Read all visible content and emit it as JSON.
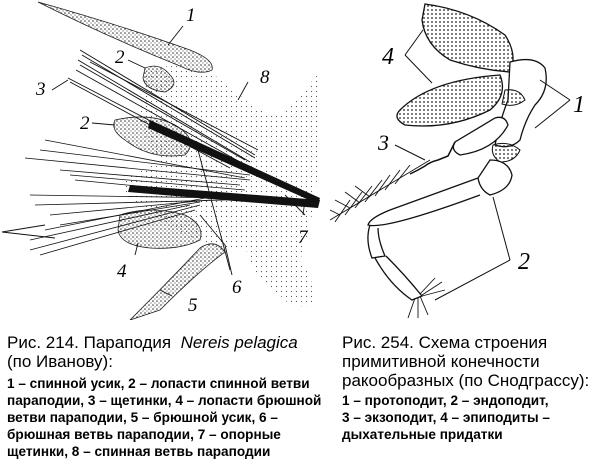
{
  "figures": [
    {
      "id": "fig-214",
      "number_label": "Рис. 214.",
      "title": "Параподия",
      "species": "Nereis pelagica",
      "attribution": "(по Иванову):",
      "legend": "1 – спинной усик, 2 – лопасти спинной ветви параподии, 3 – щетинки,  4 – лопасти брюшной ветви параподии, 5 – брюшной усик, 6 – брюшная ветвь параподии, 7 – опорные щетинки, 8 – спинная ветвь параподии",
      "labels": [
        "1",
        "2",
        "3",
        "2",
        "8",
        "4",
        "5",
        "6",
        "7"
      ]
    },
    {
      "id": "fig-254",
      "number_label": "Рис. 254.",
      "title": "Схема строения примитивной конечности ракообразных (по Снодграссу):",
      "legend_lines": [
        "1 – протоподит, 2 – эндоподит,",
        "3 – экзоподит, 4 – эпиподиты –",
        "дыхательные придатки"
      ],
      "labels": [
        "4",
        "1",
        "3",
        "2"
      ]
    }
  ]
}
